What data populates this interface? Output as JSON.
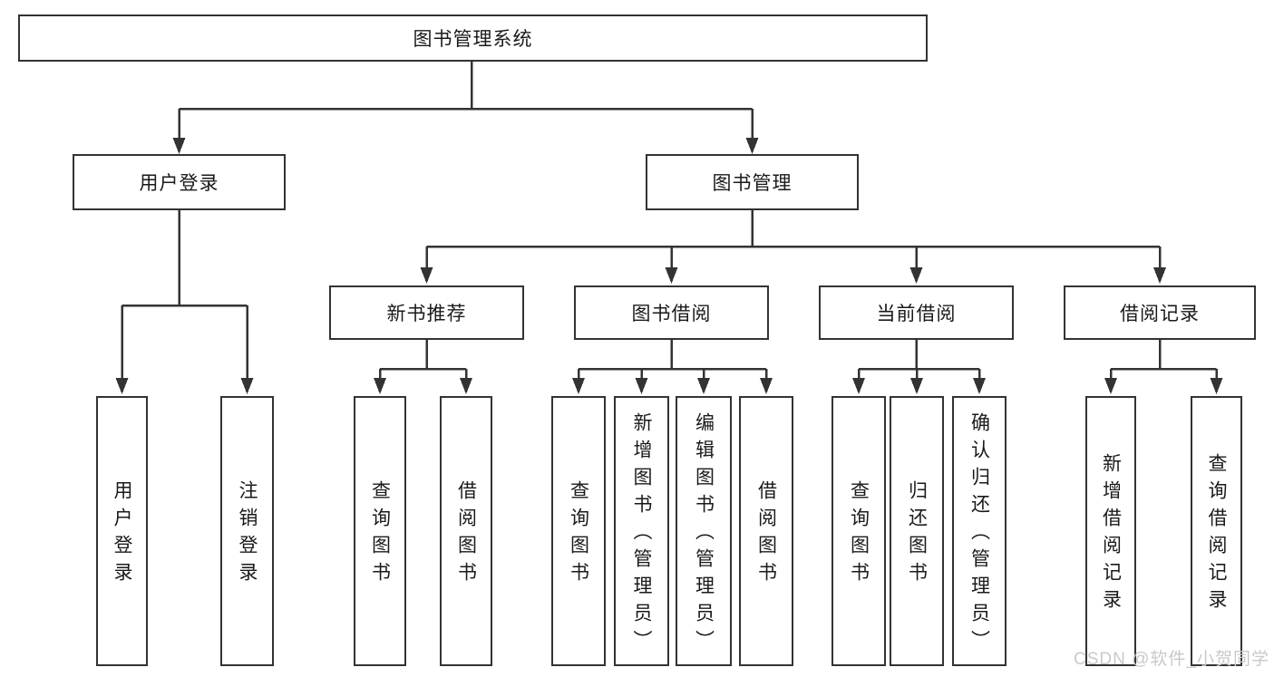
{
  "nodes": {
    "root": {
      "label": "图书管理系统"
    },
    "level2": [
      {
        "label": "用户登录"
      },
      {
        "label": "图书管理"
      }
    ],
    "level3": [
      {
        "label": "新书推荐"
      },
      {
        "label": "图书借阅"
      },
      {
        "label": "当前借阅"
      },
      {
        "label": "借阅记录"
      }
    ],
    "leaves": {
      "user_login": [
        {
          "label": "用户登录"
        },
        {
          "label": "注销登录"
        }
      ],
      "new_book_recommend": [
        {
          "label": "查询图书"
        },
        {
          "label": "借阅图书"
        }
      ],
      "book_borrowing": [
        {
          "label": "查询图书"
        },
        {
          "label": "新增图书（管理员）"
        },
        {
          "label": "编辑图书（管理员）"
        },
        {
          "label": "借阅图书"
        }
      ],
      "current_borrowing": [
        {
          "label": "查询图书"
        },
        {
          "label": "归还图书"
        },
        {
          "label": "确认归还（管理员）"
        }
      ],
      "borrowing_records": [
        {
          "label": "新增借阅记录"
        },
        {
          "label": "查询借阅记录"
        }
      ]
    }
  },
  "watermark": {
    "text": "CSDN @软件_小贺同学",
    "color": "#c9c9c9"
  },
  "colors": {
    "line": "#333333",
    "border": "#333333",
    "background": "#ffffff",
    "text": "#1a1a1a"
  }
}
